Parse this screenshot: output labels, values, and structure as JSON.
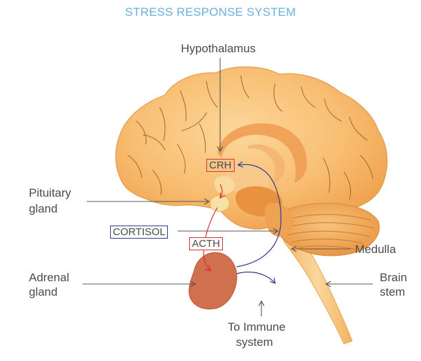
{
  "title": "STRESS RESPONSE SYSTEM",
  "labels": {
    "hypothalamus": "Hypothalamus",
    "pituitary_line1": "Pituitary",
    "pituitary_line2": "gland",
    "medulla": "Medulla",
    "adrenal_line1": "Adrenal",
    "adrenal_line2": "gland",
    "brain_stem_line1": "Brain",
    "brain_stem_line2": "stem",
    "immune_line1": "To Immune",
    "immune_line2": "system"
  },
  "hormones": {
    "crh": "CRH",
    "acth": "ACTH",
    "cortisol": "CORTISOL"
  },
  "colors": {
    "title": "#6aaee0",
    "brain_fill": "#f7b667",
    "brain_edge": "#e39a4b",
    "inner_structures": "#f1a35a",
    "gland_light": "#f6dca0",
    "brain_stem": "#f9c883",
    "adrenal": "#d0704f",
    "red_pathway": "#d9302b",
    "blue_pathway": "#2d3a8c",
    "leader_line": "#555555"
  }
}
